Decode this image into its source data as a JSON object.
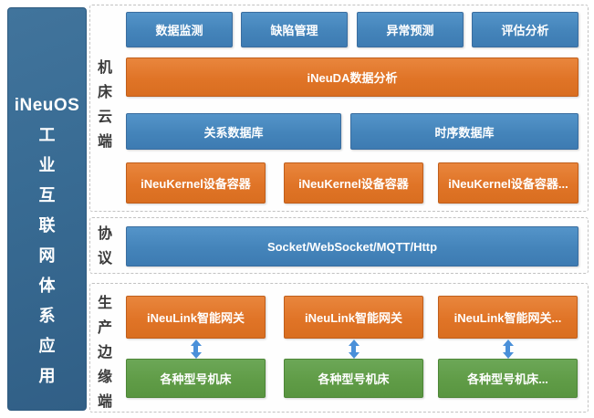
{
  "sidebar": {
    "title": "iNeuOS",
    "chars": [
      "工",
      "业",
      "互",
      "联",
      "网",
      "体",
      "系",
      "应",
      "用"
    ]
  },
  "sections": {
    "cloud": {
      "label_chars": [
        "机",
        "床",
        "云",
        "端"
      ],
      "apps": [
        "数据监测",
        "缺陷管理",
        "异常预测",
        "评估分析"
      ],
      "analysis": "iNeuDA数据分析",
      "databases": [
        "关系数据库",
        "时序数据库"
      ],
      "containers": [
        "iNeuKernel设备容器",
        "iNeuKernel设备容器",
        "iNeuKernel设备容器..."
      ]
    },
    "protocol": {
      "label_chars": [
        "协",
        "议"
      ],
      "bar": "Socket/WebSocket/MQTT/Http"
    },
    "edge": {
      "label_chars": [
        "生",
        "产",
        "边",
        "缘",
        "端"
      ],
      "gateways": [
        "iNeuLink智能网关",
        "iNeuLink智能网关",
        "iNeuLink智能网关..."
      ],
      "machines": [
        "各种型号机床",
        "各种型号机床",
        "各种型号机床..."
      ]
    }
  },
  "colors": {
    "sidebar_blue": "#386b93",
    "bar_blue": "#4484ba",
    "bar_orange": "#e07427",
    "bar_green": "#609c47",
    "arrow_blue": "#4a90d9",
    "dashed_border": "#c2c2c2"
  }
}
